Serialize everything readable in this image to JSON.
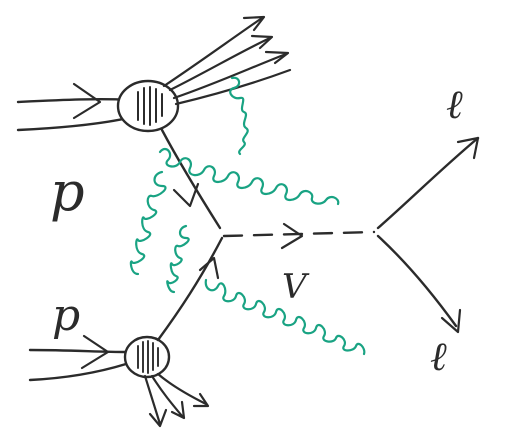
{
  "labels": {
    "proton_top": "p",
    "proton_bottom": "p",
    "boson": "V",
    "lepton_top": "ℓ",
    "lepton_bottom": "ℓ"
  },
  "colors": {
    "ink": "#2b2b2b",
    "gluon": "#19a383",
    "background": "#ffffff"
  }
}
